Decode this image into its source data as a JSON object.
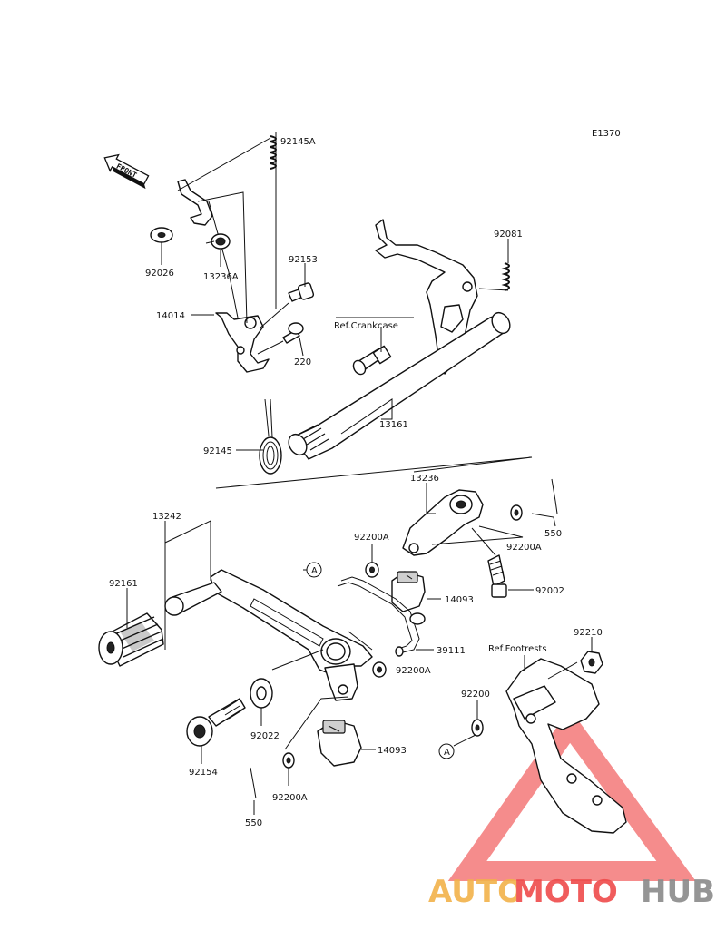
{
  "diagram_code": "E1370",
  "front_label": "FRONT",
  "callouts": {
    "p92145A": "92145A",
    "p92026": "92026",
    "p13236A": "13236A",
    "p92153": "92153",
    "p14014": "14014",
    "p220": "220",
    "p92081": "92081",
    "ref_crankcase": "Ref.Crankcase",
    "p13161": "13161",
    "p92145": "92145",
    "p13236": "13236",
    "p550_top": "550",
    "p92200A_1": "92200A",
    "p92200A_2": "92200A",
    "p14093_top": "14093",
    "p92002": "92002",
    "p13242": "13242",
    "p92161": "92161",
    "ref_A_left": "A",
    "p39111": "39111",
    "p92200A_3": "92200A",
    "p92210": "92210",
    "ref_footrests": "Ref.Footrests",
    "p92200": "92200",
    "ref_A_right": "A",
    "p92022": "92022",
    "p14093_bottom": "14093",
    "p92154": "92154",
    "p92200A_4": "92200A",
    "p550_bottom": "550"
  },
  "watermark": {
    "part1": "AUTO",
    "part2": "MOTO",
    "part3": "HUB",
    "colors": {
      "auto": "#f2b24a",
      "moto": "#ef4b4b",
      "hub": "#8a8a8a",
      "triangle": "#ef4b4b"
    }
  }
}
